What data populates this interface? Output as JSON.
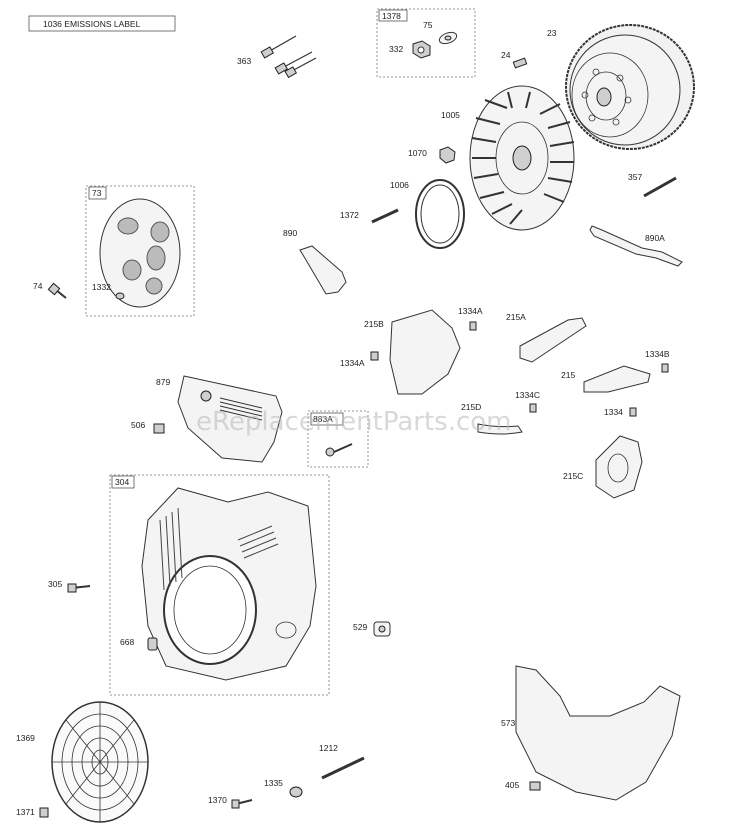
{
  "watermark": "eReplacementParts.com",
  "labels": {
    "emissions_label": "1036 EMISSIONS LABEL",
    "p1378": "1378",
    "p75": "75",
    "p332": "332",
    "p24": "24",
    "p23": "23",
    "p363": "363",
    "p1005": "1005",
    "p1070": "1070",
    "p1006": "1006",
    "p357": "357",
    "p73": "73",
    "p1372": "1372",
    "p890": "890",
    "p890A": "890A",
    "p74": "74",
    "p1332": "1332",
    "p215B": "215B",
    "p1334A_top": "1334A",
    "p215A": "215A",
    "p1334A_left": "1334A",
    "p1334B": "1334B",
    "p215": "215",
    "p879": "879",
    "p1334C": "1334C",
    "p215D": "215D",
    "p1334": "1334",
    "p506": "506",
    "p883A": "883A",
    "p215C": "215C",
    "p304": "304",
    "p305": "305",
    "p529": "529",
    "p668": "668",
    "p573": "573",
    "p1369": "1369",
    "p1212": "1212",
    "p1335": "1335",
    "p405": "405",
    "p1370": "1370",
    "p1371": "1371"
  }
}
